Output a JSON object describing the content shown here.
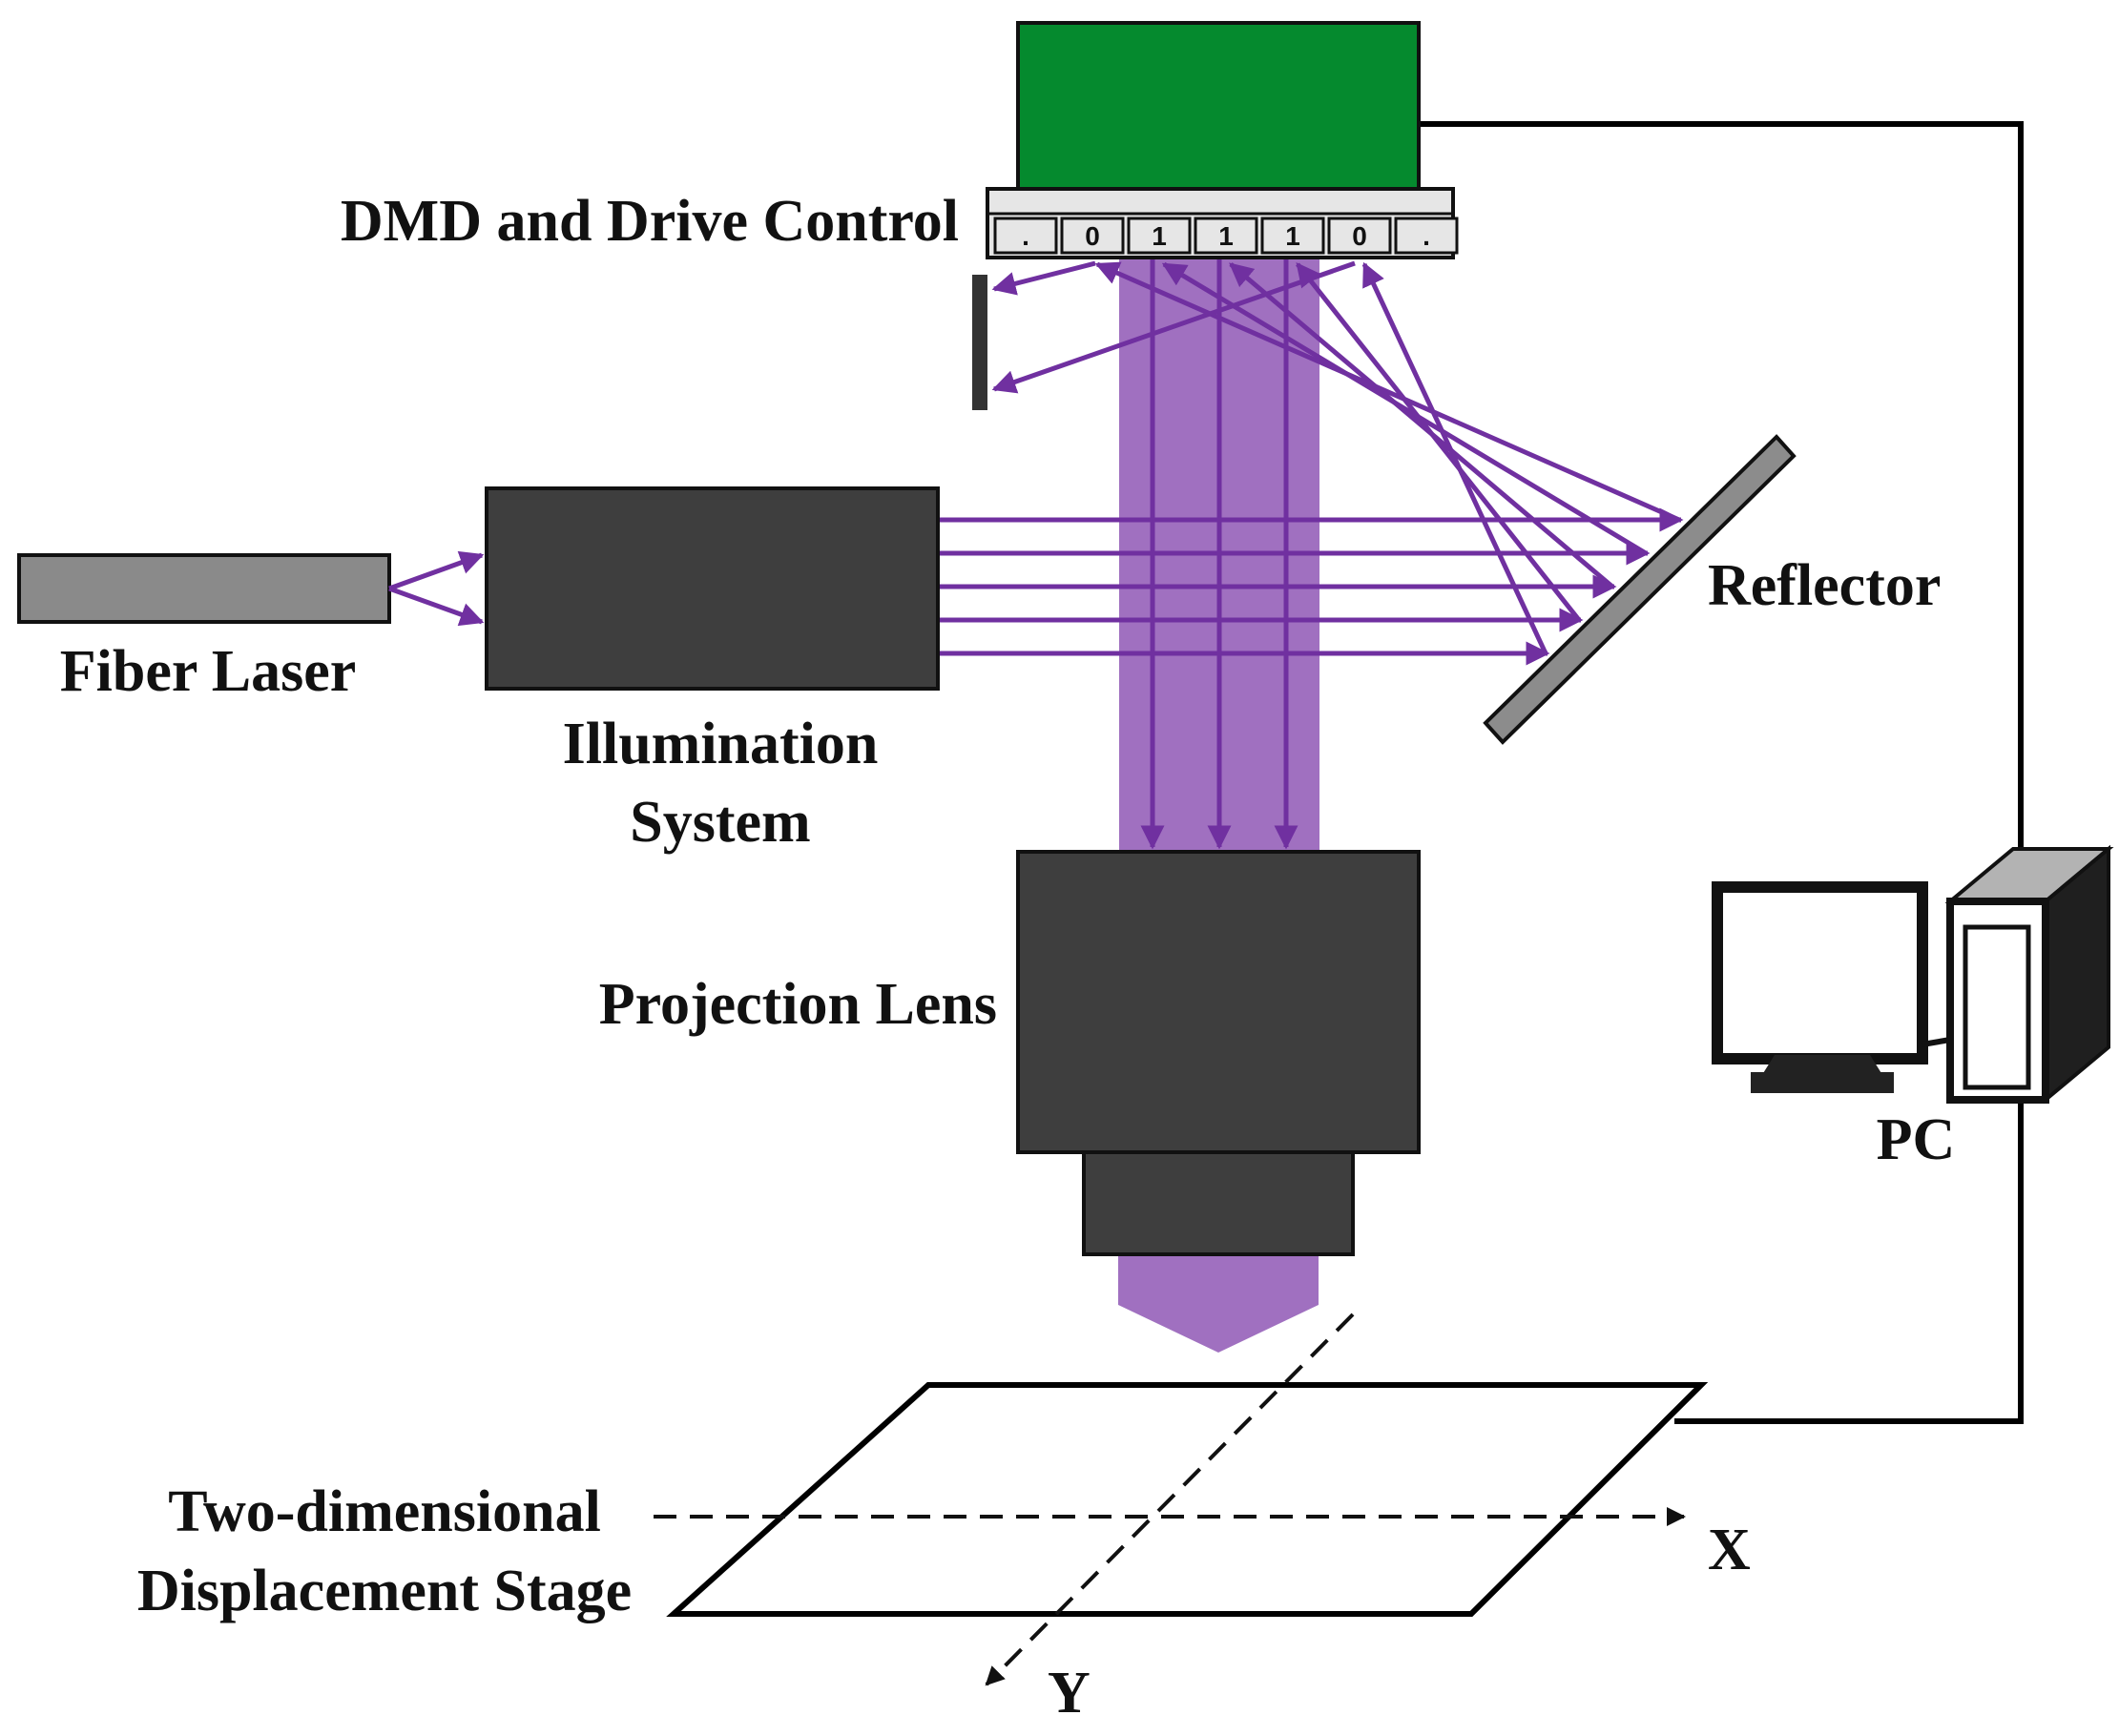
{
  "labels": {
    "dmd": "DMD and Drive Control",
    "reflector": "Reflector",
    "fiber_laser": "Fiber Laser",
    "illumination_line1": "Illumination",
    "illumination_line2": "System",
    "projection_lens": "Projection Lens",
    "pc": "PC",
    "stage_line1": "Two-dimensional",
    "stage_line2": "Displacement Stage",
    "axis_x": "X",
    "axis_y": "Y"
  },
  "dmd_bits": [
    ".",
    "0",
    "1",
    "1",
    "1",
    "0",
    "."
  ],
  "colors": {
    "beam": "#7030a0",
    "beam_fill": "#a070c0",
    "dmd_board": "#058a2e",
    "dark_block": "#3e3e3e",
    "fiber": "#8a8a8a",
    "reflector": "#8c8c8c",
    "dmd_cell": "#e6e6e6"
  },
  "icons": [
    "pc-monitor-icon",
    "pc-tower-icon",
    "beam-dump-icon"
  ]
}
